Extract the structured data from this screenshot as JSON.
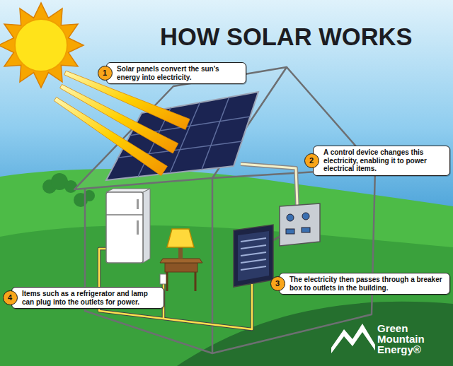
{
  "diagram": {
    "title": "HOW SOLAR WORKS",
    "nodes": [
      {
        "text": [
          "Solar panels convert the sun's energy into electricity."
        ]
      },
      {
        "text": [
          "A control device changes this electricity, enabling it to power electrical items."
        ]
      },
      {
        "text": [
          "The electricity then passes through a breaker box to outlets in the building."
        ]
      },
      {
        "text": [
          "Items such as a refrigerator and lamp can plug into the outlets for power."
        ]
      }
    ],
    "labels": [
      "1",
      "2",
      "3",
      "4",
      "Green Mountain Energy®"
    ]
  }
}
